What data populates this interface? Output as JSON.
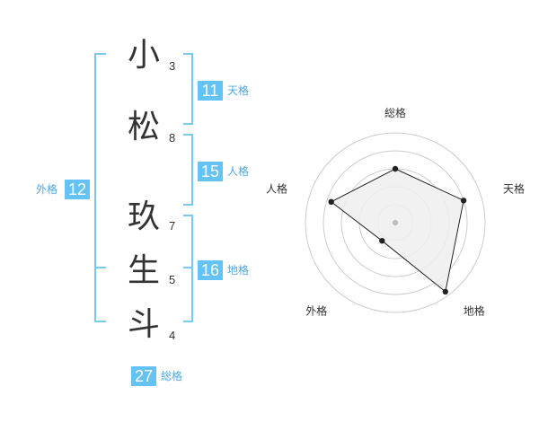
{
  "name_chars": [
    {
      "char": "小",
      "strokes": "3"
    },
    {
      "char": "松",
      "strokes": "8"
    },
    {
      "char": "玖",
      "strokes": "7"
    },
    {
      "char": "生",
      "strokes": "5"
    },
    {
      "char": "斗",
      "strokes": "4"
    }
  ],
  "grades": {
    "tenkaku": {
      "value": "11",
      "label": "天格"
    },
    "jinkaku": {
      "value": "15",
      "label": "人格"
    },
    "chikaku": {
      "value": "16",
      "label": "地格"
    },
    "gaikaku": {
      "value": "12",
      "label": "外格"
    },
    "soukaku": {
      "value": "27",
      "label": "総格"
    }
  },
  "colors": {
    "accent": "#64c2f5",
    "accent_text": "#4aa9e8",
    "text": "#333333",
    "ring": "#cccccc",
    "fill": "#eeeeee",
    "line": "#222222"
  },
  "chart_data": {
    "type": "radar",
    "axes": [
      "総格",
      "天格",
      "地格",
      "外格",
      "人格"
    ],
    "values": [
      0.6,
      0.8,
      0.95,
      0.25,
      0.75
    ],
    "rings": 5,
    "range": [
      0,
      1
    ]
  }
}
